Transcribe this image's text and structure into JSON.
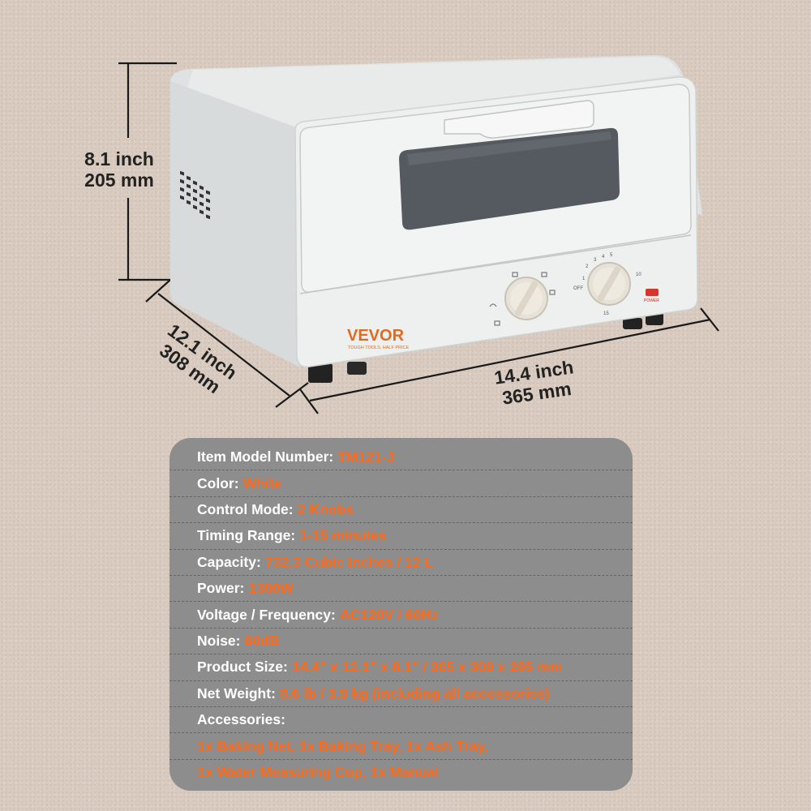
{
  "dimensions": {
    "height": {
      "inch": "8.1 inch",
      "mm": "205 mm"
    },
    "width": {
      "inch": "14.4 inch",
      "mm": "365 mm"
    },
    "depth": {
      "inch": "12.1 inch",
      "mm": "308 mm"
    }
  },
  "product": {
    "brand": "VEVOR",
    "tagline": "TOUGH TOOLS, HALF PRICE",
    "color": "#eceeed",
    "timer_dial_marks": [
      "OFF",
      "1",
      "2",
      "3",
      "4",
      "5",
      "10",
      "15"
    ],
    "power_label": "POWER"
  },
  "specs": {
    "model": {
      "key": "Item Model Number:",
      "value": "TM121-J"
    },
    "color": {
      "key": "Color:",
      "value": "White"
    },
    "control": {
      "key": "Control Mode:",
      "value": "2 Knobs"
    },
    "timing": {
      "key": "Timing Range:",
      "value": "1-15 minutes"
    },
    "capacity": {
      "key": "Capacity:",
      "value": "732.3 Cubic Inches / 12 L"
    },
    "power": {
      "key": "Power:",
      "value": "1300W"
    },
    "voltage": {
      "key": "Voltage / Frequency:",
      "value": "AC120V / 60Hz"
    },
    "noise": {
      "key": "Noise:",
      "value": "60dB"
    },
    "size": {
      "key": "Product Size:",
      "value": "14.4\" x 12.1\" x 8.1\" / 365 x 308 x 205 mm"
    },
    "weight": {
      "key": "Net Weight:",
      "value": "8.6 lb / 3.9 kg (including all accessories)"
    },
    "accessories": {
      "key": "Accessories:",
      "line1": "1x Baking Net, 1x Baking Tray, 1x Ash Tray,",
      "line2": "1x Water Measuring Cup, 1x Manual"
    }
  },
  "colors": {
    "accent": "#ff6a1a",
    "panel": "#8d8d8d",
    "background": "#d9cbbf"
  }
}
